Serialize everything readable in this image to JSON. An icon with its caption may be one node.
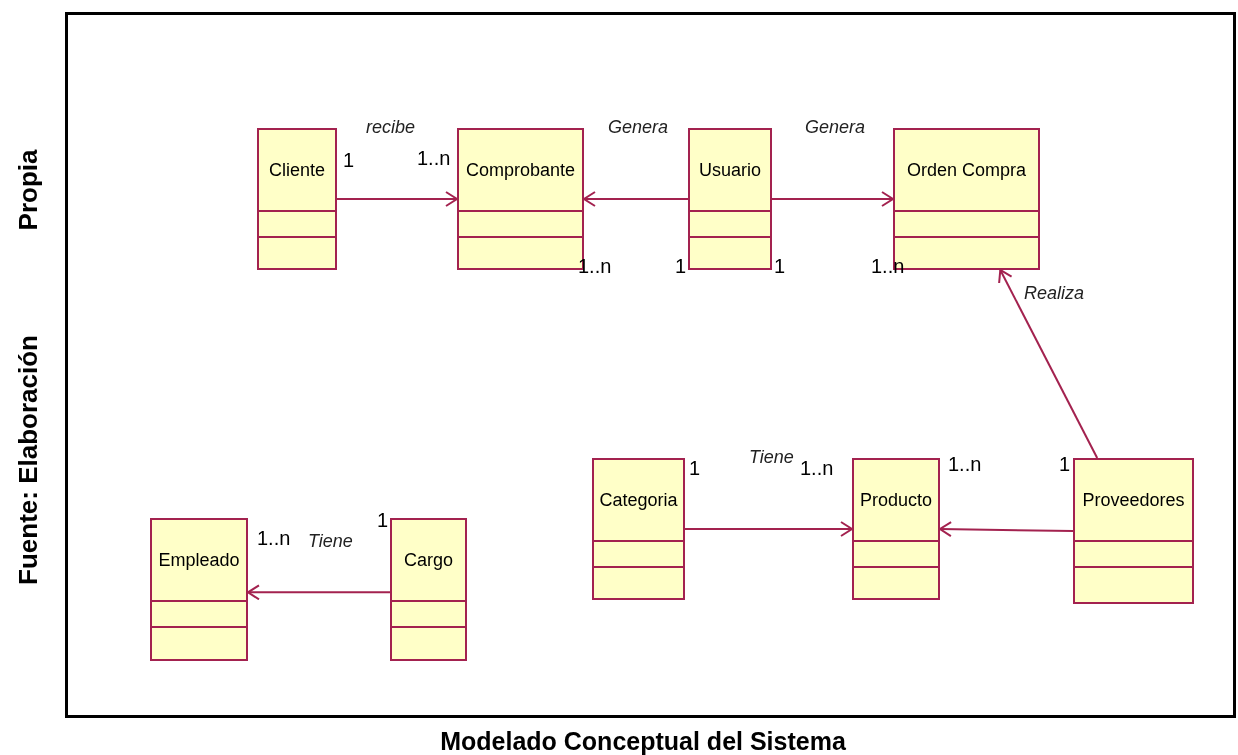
{
  "diagram": {
    "caption": "Modelado Conceptual del Sistema",
    "nodes": [
      {
        "text": [
          "Cliente"
        ]
      },
      {
        "text": [
          "Comprobante"
        ]
      },
      {
        "text": [
          "Usuario"
        ]
      },
      {
        "text": [
          "Orden Compra"
        ]
      },
      {
        "text": [
          "Categoria"
        ]
      },
      {
        "text": [
          "Producto"
        ]
      },
      {
        "text": [
          "Proveedores"
        ]
      },
      {
        "text": [
          "Empleado"
        ]
      },
      {
        "text": [
          "Cargo"
        ]
      }
    ],
    "edges": [
      {
        "from": 0,
        "to": 1,
        "arrow": "to",
        "label": "recibe"
      },
      {
        "from": 2,
        "to": 1,
        "arrow": "to",
        "label": "Genera"
      },
      {
        "from": 2,
        "to": 3,
        "arrow": "to",
        "label": "Genera"
      },
      {
        "from": 6,
        "to": 3,
        "arrow": "to",
        "label": "Realiza"
      },
      {
        "from": 4,
        "to": 5,
        "arrow": "to",
        "label": "Tiene"
      },
      {
        "from": 6,
        "to": 5,
        "arrow": "to"
      },
      {
        "from": 8,
        "to": 7,
        "arrow": "to",
        "label": "Tiene"
      }
    ],
    "labels": [
      "1",
      "1..n",
      "1..n",
      "1",
      "1",
      "1..n",
      "1",
      "1..n",
      "1..n",
      "1",
      "1",
      "1..n",
      "Fuente: Elaboración",
      "Propia"
    ]
  }
}
